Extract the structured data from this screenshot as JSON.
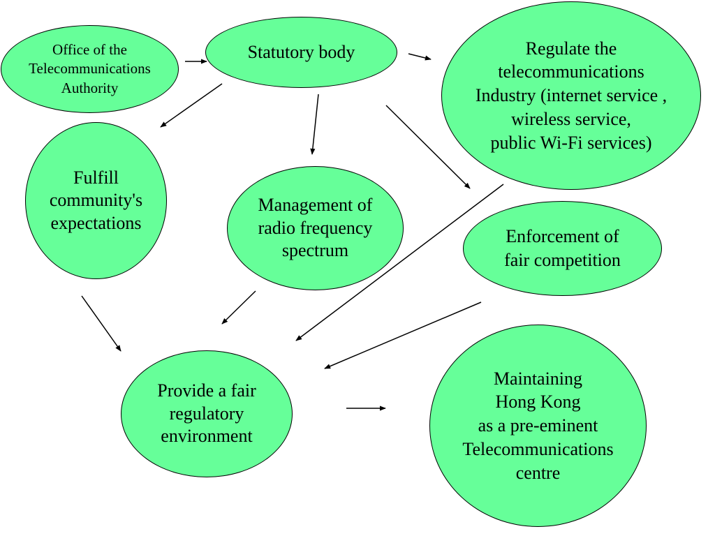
{
  "colors": {
    "node_fill": "#66ff99",
    "node_stroke": "#000000",
    "arrow": "#000000"
  },
  "nodes": {
    "ota": {
      "label": "Office of the\nTelecommunications\nAuthority"
    },
    "statutory": {
      "label": "Statutory body"
    },
    "regulate": {
      "label": "Regulate the\ntelecommunications\nIndustry (internet service ,\nwireless service,\npublic Wi-Fi services)"
    },
    "fulfill": {
      "label": "Fulfill\ncommunity's\nexpectations"
    },
    "radio": {
      "label": "Management of\nradio frequency\nspectrum"
    },
    "enforce": {
      "label": "Enforcement of\nfair competition"
    },
    "fair": {
      "label": "Provide a fair\nregulatory\nenvironment"
    },
    "hk": {
      "label": "Maintaining\nHong Kong\nas a pre-eminent\nTelecommunications\ncentre"
    }
  },
  "edges": [
    {
      "from": "ota",
      "to": "statutory"
    },
    {
      "from": "statutory",
      "to": "regulate"
    },
    {
      "from": "statutory",
      "to": "fulfill"
    },
    {
      "from": "statutory",
      "to": "radio"
    },
    {
      "from": "statutory",
      "to": "enforce"
    },
    {
      "from": "regulate",
      "to": "fair"
    },
    {
      "from": "fulfill",
      "to": "fair"
    },
    {
      "from": "radio",
      "to": "fair"
    },
    {
      "from": "enforce",
      "to": "fair"
    },
    {
      "from": "fair",
      "to": "hk"
    }
  ]
}
